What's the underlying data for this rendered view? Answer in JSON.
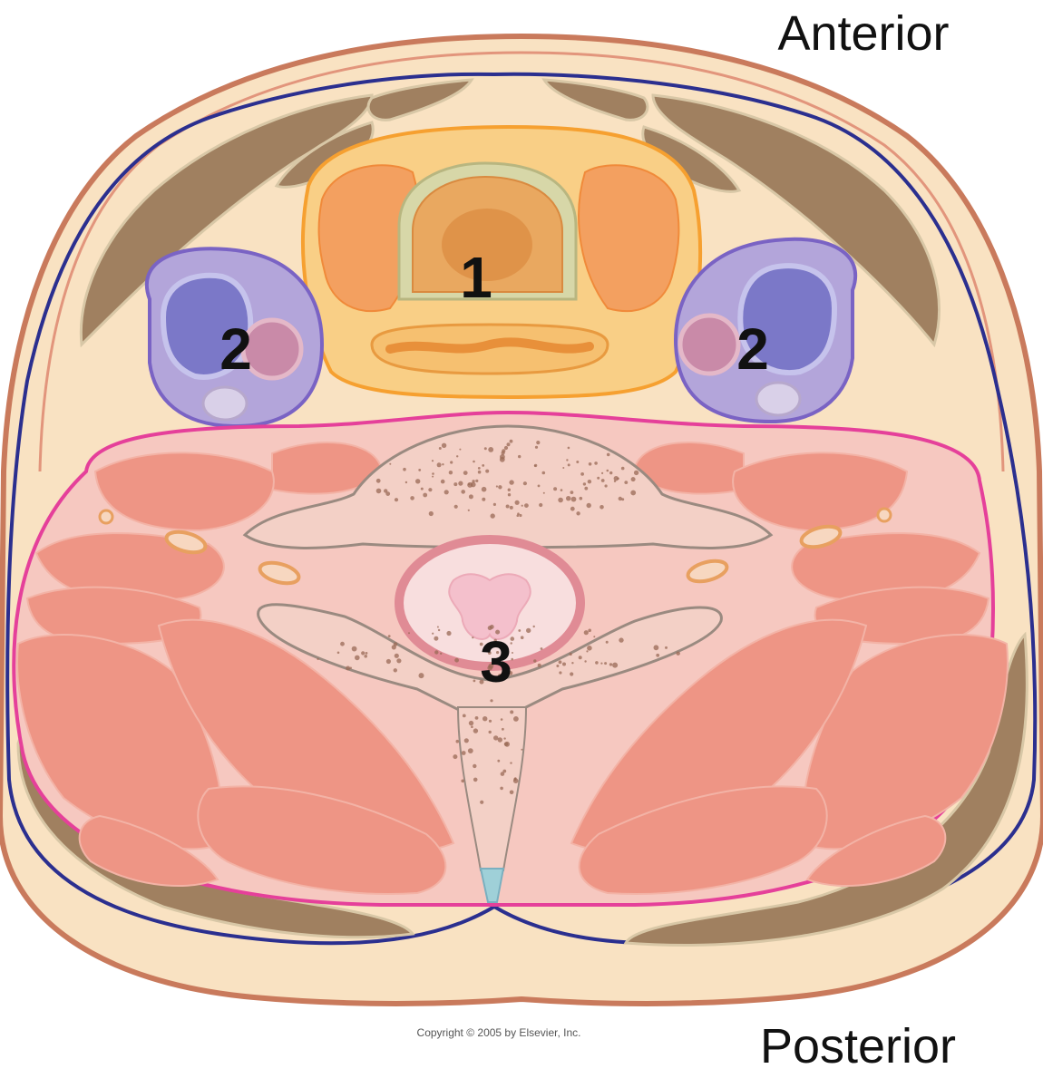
{
  "orientation": {
    "top": "Anterior",
    "bottom": "Posterior"
  },
  "labels": {
    "visceral": "1",
    "carotid_left": "2",
    "carotid_right": "2",
    "prevertebral": "3"
  },
  "copyright": "Copyright © 2005 by Elsevier, Inc.",
  "colors": {
    "skin": "#c97a5c",
    "subcutaneous": "#f9e2c2",
    "fascia": "#2b2f8f",
    "platysma": "#a08060",
    "visceral": "#f6b25f",
    "carotid": "#a596d4",
    "prevertebral_line": "#e5409a",
    "muscle": "#ee9585"
  }
}
